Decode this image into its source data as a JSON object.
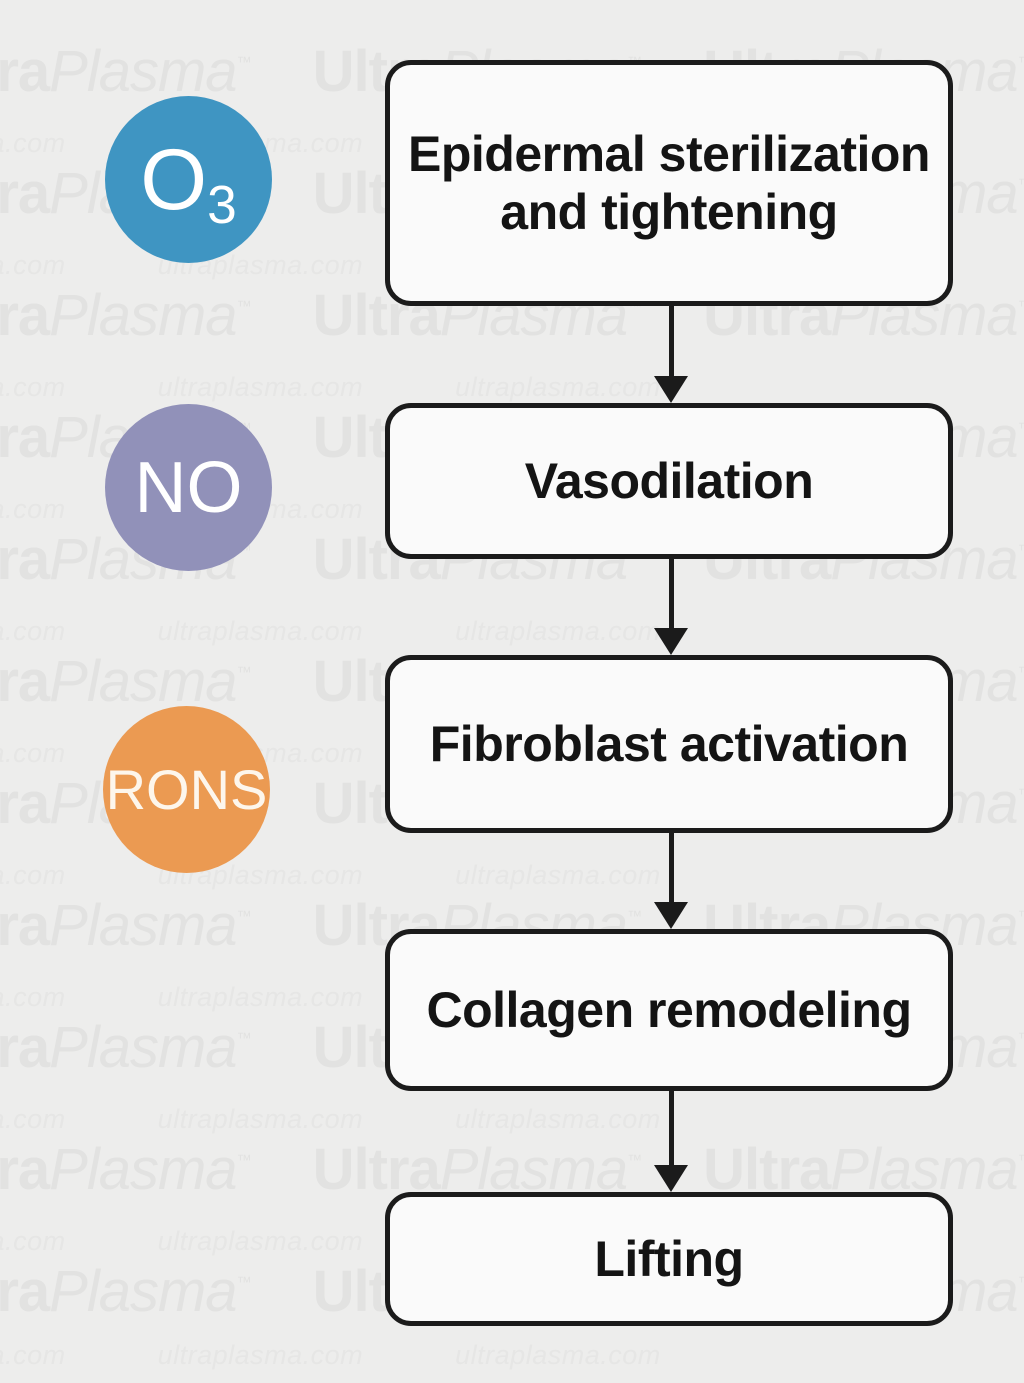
{
  "background_color": "#ededec",
  "watermark": {
    "brand_primary": "Ultra",
    "brand_secondary": "Plasma",
    "trademark": "™",
    "domain": "ultraplasma.com",
    "color_large": "#e2e2e1",
    "color_small": "#e6e6e5"
  },
  "diagram": {
    "type": "flowchart",
    "orientation": "vertical",
    "badges": [
      {
        "name": "ozone",
        "label_main": "O",
        "label_sub": "3",
        "color": "#3f95c2",
        "text_color": "#ffffff"
      },
      {
        "name": "nitric-oxide",
        "label_main": "NO",
        "label_sub": "",
        "color": "#9191b9",
        "text_color": "#ffffff"
      },
      {
        "name": "rons",
        "label_main": "RONS",
        "label_sub": "",
        "color": "#eb9a52",
        "text_color": "#fdf6ec"
      }
    ],
    "steps": [
      {
        "name": "epidermal",
        "label": "Epidermal sterilization and tightening"
      },
      {
        "name": "vasodilation",
        "label": "Vasodilation"
      },
      {
        "name": "fibroblast",
        "label": "Fibroblast activation"
      },
      {
        "name": "collagen",
        "label": "Collagen remodeling"
      },
      {
        "name": "lifting",
        "label": "Lifting"
      }
    ],
    "connectors": [
      {
        "from": "epidermal",
        "to": "vasodilation"
      },
      {
        "from": "vasodilation",
        "to": "fibroblast"
      },
      {
        "from": "fibroblast",
        "to": "collagen"
      },
      {
        "from": "collagen",
        "to": "lifting"
      }
    ],
    "box_fill": "#fafafa",
    "box_border_color": "#1b1b1b",
    "text_color": "#141414"
  }
}
